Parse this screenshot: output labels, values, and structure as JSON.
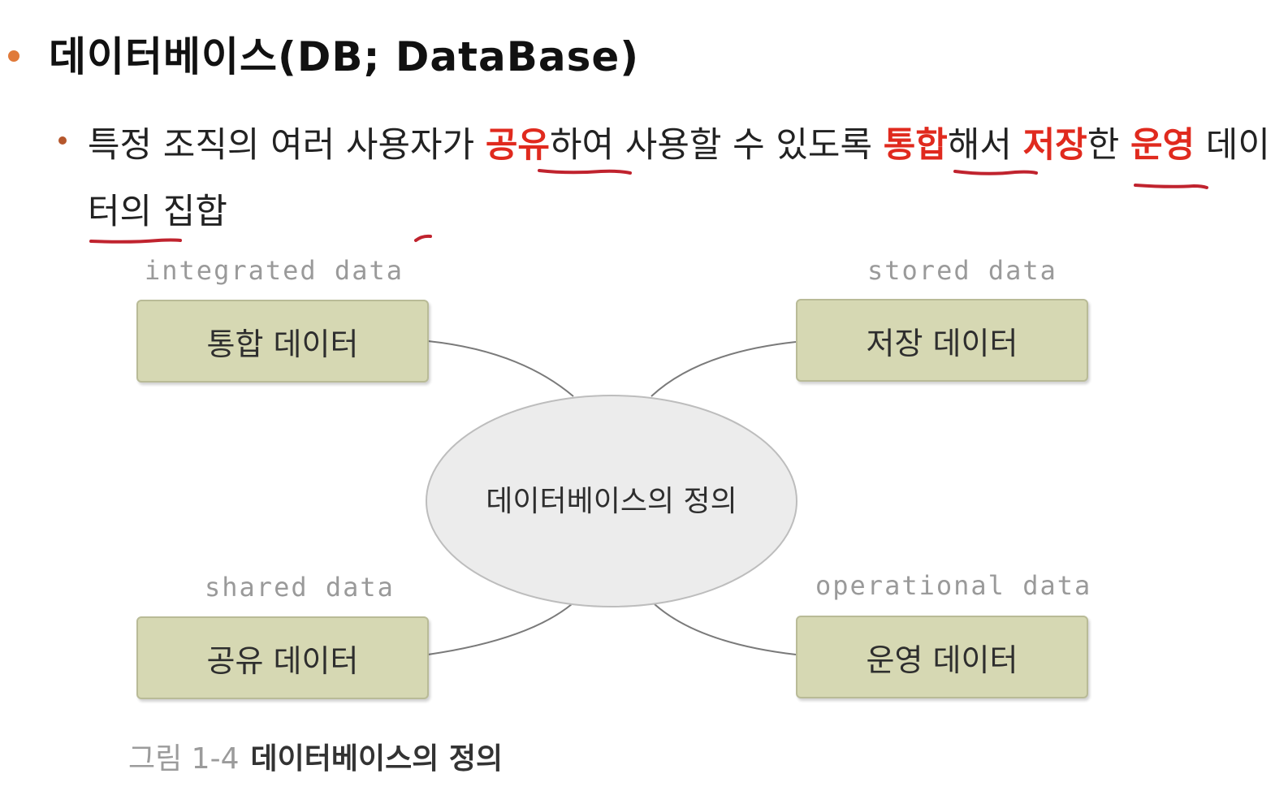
{
  "heading": "데이터베이스(DB; DataBase)",
  "definition": {
    "part1": "특정 조직의 여러 사용자가 ",
    "kw_shared": "공유",
    "part2": "하여 사용할 수 있도록 ",
    "kw_integrated": "통합",
    "part3": "해서 ",
    "kw_stored": "저장",
    "part4": "한 ",
    "kw_operational": "운영",
    "part5": " 데이터의 집합"
  },
  "diagram": {
    "center": "데이터베이스의 정의",
    "integrated": {
      "english": "integrated data",
      "korean": "통합 데이터"
    },
    "stored": {
      "english": "stored data",
      "korean": "저장 데이터"
    },
    "shared": {
      "english": "shared data",
      "korean": "공유 데이터"
    },
    "operational": {
      "english": "operational data",
      "korean": "운영 데이터"
    }
  },
  "caption": {
    "number": "그림 1-4",
    "title": "데이터베이스의 정의"
  },
  "colors": {
    "keyword": "#e02a1e",
    "box_fill": "#d6d8b3",
    "ellipse_fill": "#ececec",
    "bullet": "#e07a3a",
    "annotation": "#c0232e"
  }
}
